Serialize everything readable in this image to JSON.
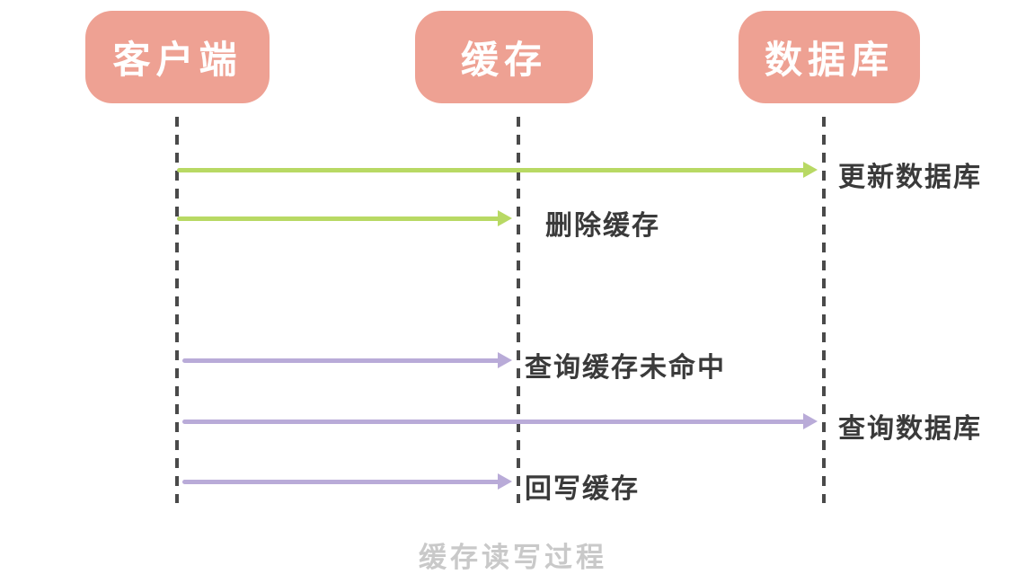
{
  "diagram": {
    "title": "缓存读写过程",
    "actors": [
      {
        "id": "client",
        "label": "客户端"
      },
      {
        "id": "cache",
        "label": "缓存"
      },
      {
        "id": "database",
        "label": "数据库"
      }
    ],
    "arrows": [
      {
        "from": "client",
        "to": "database",
        "color": "#b8d964",
        "label": "更新数据库"
      },
      {
        "from": "client",
        "to": "cache",
        "color": "#b8d964",
        "label": "删除缓存"
      },
      {
        "from": "client",
        "to": "cache",
        "color": "#b9abd8",
        "label": "查询缓存未命中"
      },
      {
        "from": "client",
        "to": "database",
        "color": "#b9abd8",
        "label": "查询数据库"
      },
      {
        "from": "client",
        "to": "cache",
        "color": "#b9abd8",
        "label": "回写缓存"
      }
    ],
    "colors": {
      "actor_fill": "#eea193",
      "actor_text": "#ffffff",
      "arrow_green": "#b8d964",
      "arrow_purple": "#b9abd8",
      "lifeline": "#4a4a4a",
      "label_text": "#3a3a3a",
      "title_text": "#c9c9c9"
    }
  }
}
